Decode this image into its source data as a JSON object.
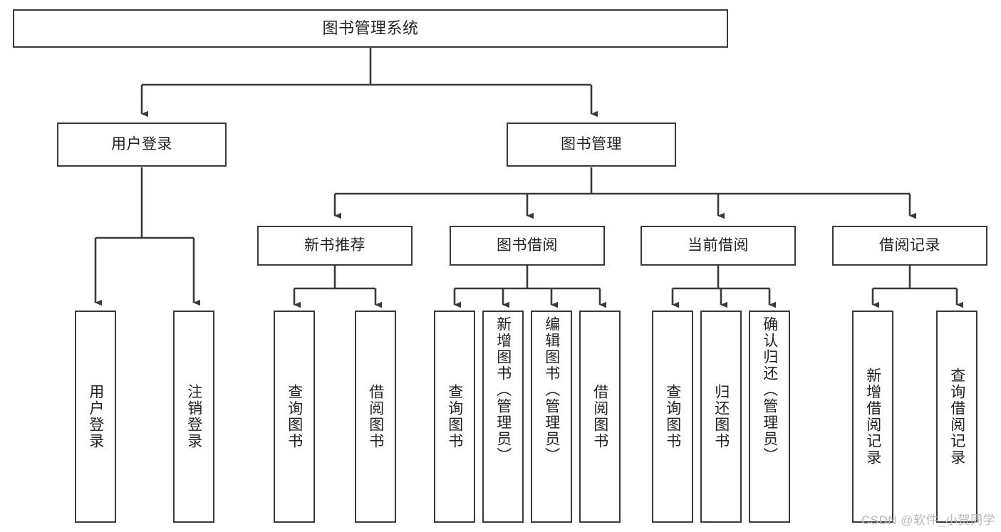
{
  "diagram": {
    "title": "图书管理系统",
    "type": "function-structure-tree",
    "stroke_color": "#3a3a3a",
    "text_color": "#222222",
    "background_color": "#ffffff",
    "watermark": "CSDN @软件_小贺同学",
    "watermark_color": "#b9b9b9",
    "levels": {
      "root": {
        "label": "图书管理系统"
      },
      "level2": [
        {
          "label": "用户登录"
        },
        {
          "label": "图书管理"
        }
      ],
      "level3": [
        {
          "label": "新书推荐"
        },
        {
          "label": "图书借阅"
        },
        {
          "label": "当前借阅"
        },
        {
          "label": "借阅记录"
        }
      ],
      "leaves": {
        "user_login": [
          {
            "label": "用户登录"
          },
          {
            "label": "注销登录"
          }
        ],
        "new_book_recommend": [
          {
            "label": "查询图书"
          },
          {
            "label": "借阅图书"
          }
        ],
        "book_borrow": [
          {
            "label": "查询图书"
          },
          {
            "label": "新增图书（管理员）"
          },
          {
            "label": "编辑图书（管理员）"
          },
          {
            "label": "借阅图书"
          }
        ],
        "current_borrow": [
          {
            "label": "查询图书"
          },
          {
            "label": "归还图书"
          },
          {
            "label": "确认归还（管理员）"
          }
        ],
        "borrow_record": [
          {
            "label": "新增借阅记录"
          },
          {
            "label": "查询借阅记录"
          }
        ]
      }
    }
  }
}
